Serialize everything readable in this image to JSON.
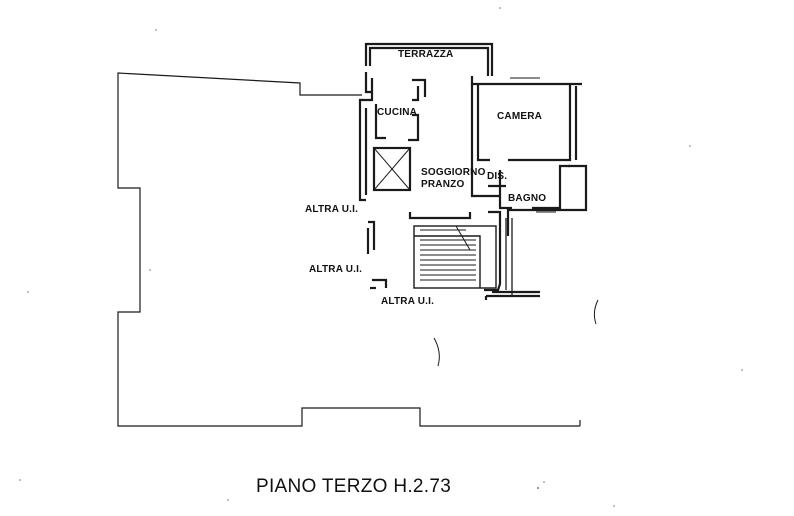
{
  "plan": {
    "title": "PIANO TERZO H.2.73",
    "rooms": {
      "terrazza": "TERRAZZA",
      "cucina": "CUCINA",
      "camera": "CAMERA",
      "soggiorno": "SOGGIORNO",
      "pranzo": "PRANZO",
      "dis": "DIS.",
      "bagno": "BAGNO"
    },
    "other_units": [
      "ALTRA U.I.",
      "ALTRA U.I.",
      "ALTRA U.I."
    ],
    "colors": {
      "wall": "#1a1a1a",
      "background": "#ffffff"
    }
  }
}
